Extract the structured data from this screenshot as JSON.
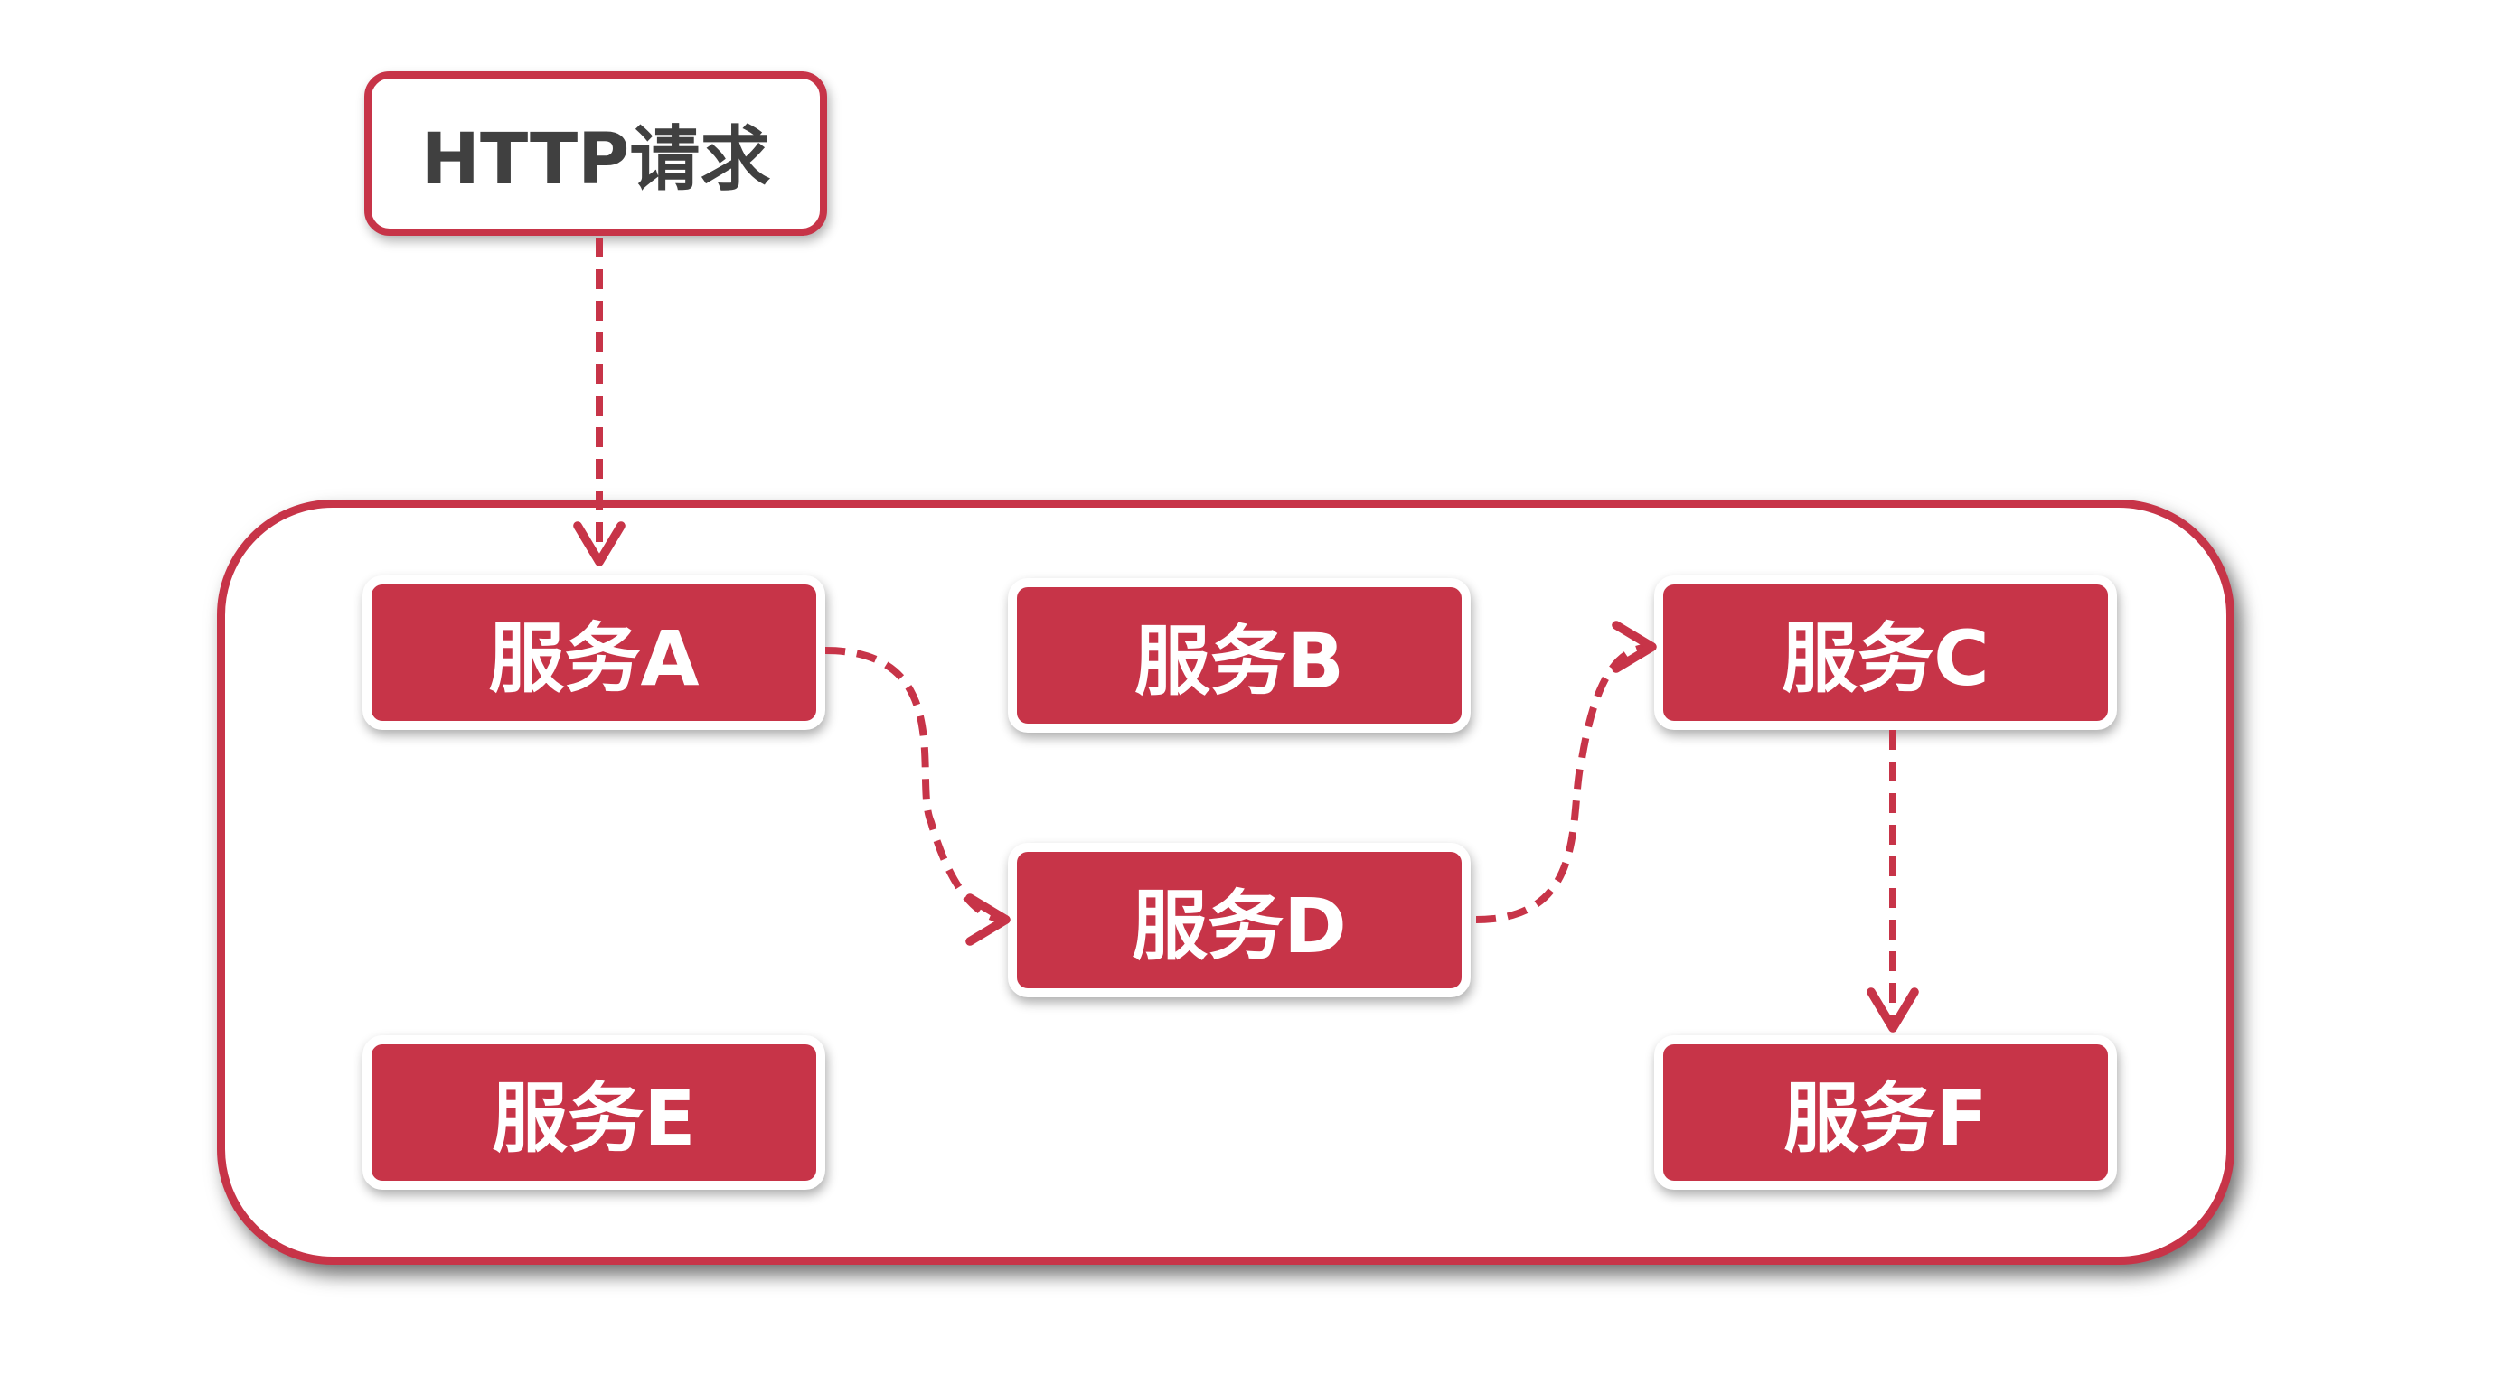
{
  "diagram": {
    "request": {
      "label": "HTTP请求"
    },
    "services": {
      "a": {
        "label": "服务A"
      },
      "b": {
        "label": "服务B"
      },
      "c": {
        "label": "服务C"
      },
      "d": {
        "label": "服务D"
      },
      "e": {
        "label": "服务E"
      },
      "f": {
        "label": "服务F"
      }
    },
    "flows": [
      {
        "from": "HTTP请求",
        "to": "服务A"
      },
      {
        "from": "服务A",
        "to": "服务D"
      },
      {
        "from": "服务D",
        "to": "服务C"
      },
      {
        "from": "服务C",
        "to": "服务F"
      }
    ],
    "colors": {
      "accent": "#c73448",
      "request_text": "#404040",
      "service_text": "#ffffff",
      "background": "#ffffff"
    }
  }
}
